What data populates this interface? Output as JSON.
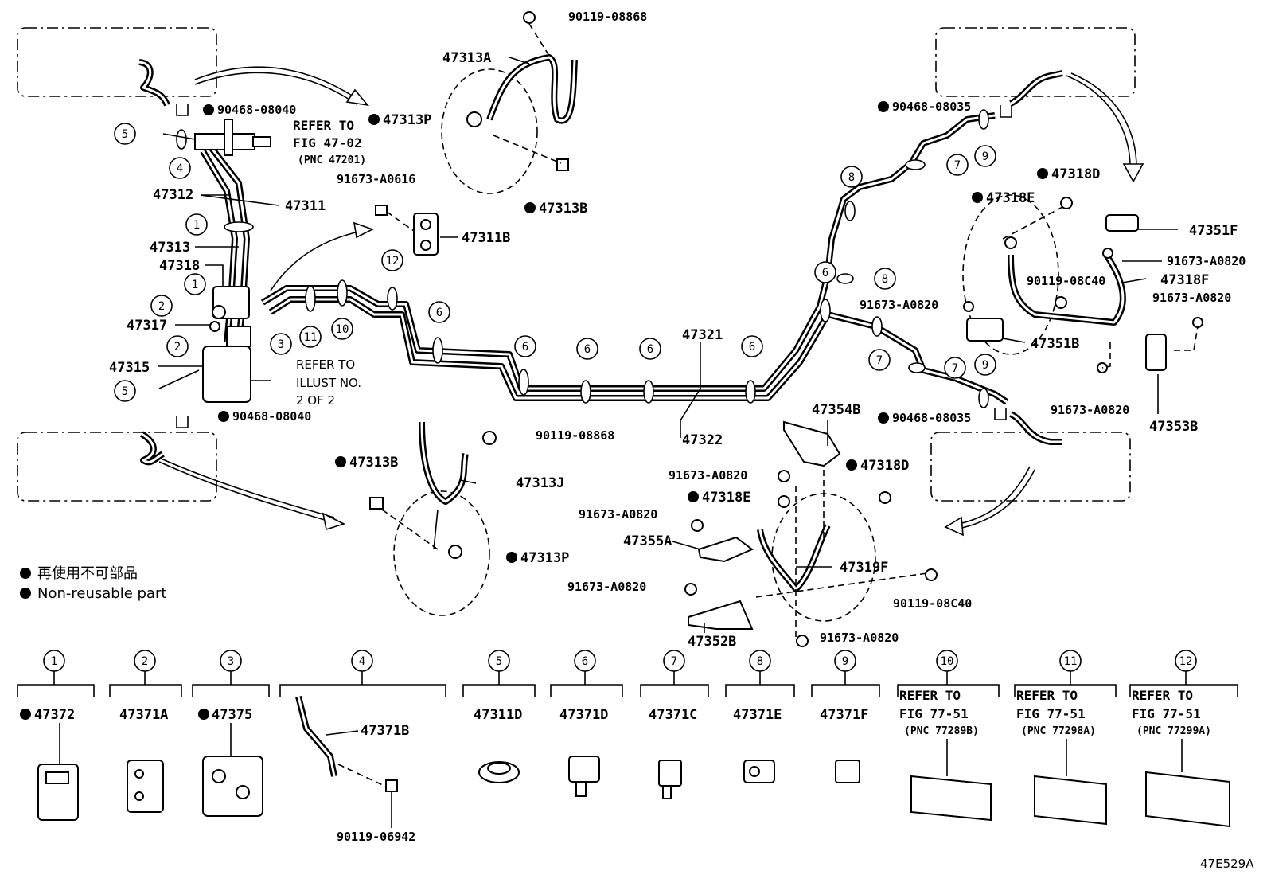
{
  "diagram": {
    "code": "47E529A",
    "legend": {
      "jp": "再使用不可部品",
      "en": "Non-reusable part"
    },
    "parts": {
      "p47313A": "47313A",
      "p90119_08868_top": "90119-08868",
      "p47313P_top": "47313P",
      "p47313B_top": "47313B",
      "p91673_A0616": "91673-A0616",
      "p47311B": "47311B",
      "p90468_08040_top": "90468-08040",
      "p90468_08040_bot": "90468-08040",
      "p47312": "47312",
      "p47311": "47311",
      "p47313": "47313",
      "p47318": "47318",
      "p47317": "47317",
      "p47315": "47315",
      "p47321": "47321",
      "p47322": "47322",
      "p90119_08868_mid": "90119-08868",
      "p47313J": "47313J",
      "p47313B_mid": "47313B",
      "p47313P_mid": "47313P",
      "p90468_08035_top": "90468-08035",
      "p47318D_top": "47318D",
      "p47318E_top": "47318E",
      "p47351F": "47351F",
      "p91673_A0820_r1": "91673-A0820",
      "p90119_08C40_r": "90119-08C40",
      "p47318F": "47318F",
      "p91673_A0820_r2": "91673-A0820",
      "p91673_A0820_r3": "91673-A0820",
      "p47351B": "47351B",
      "p91673_A0820_r4": "91673-A0820",
      "p47353B": "47353B",
      "p90468_08035_bot": "90468-08035",
      "p47354B": "47354B",
      "p91673_A0820_m1": "91673-A0820",
      "p47318D_mid": "47318D",
      "p47318E_mid": "47318E",
      "p91673_A0820_m2": "91673-A0820",
      "p47355A": "47355A",
      "p47319F": "47319F",
      "p91673_A0820_m3": "91673-A0820",
      "p90119_08C40_m": "90119-08C40",
      "p47352B": "47352B",
      "p91673_A0820_m4": "91673-A0820"
    },
    "refer_fig_47": [
      "REFER TO",
      "FIG 47-02",
      "(PNC 47201)"
    ],
    "refer_illust": [
      "REFER TO",
      "ILLUST NO.",
      "2 OF 2"
    ],
    "callout_numbers": {
      "n1": "1",
      "n2": "2",
      "n3": "3",
      "n4": "4",
      "n5": "5",
      "n6": "6",
      "n7": "7",
      "n8": "8",
      "n9": "9",
      "n10": "10",
      "n11": "11",
      "n12": "12"
    },
    "bottom_clips": [
      {
        "num": "1",
        "part": "47372",
        "non_reusable": true
      },
      {
        "num": "2",
        "part": "47371A",
        "non_reusable": false
      },
      {
        "num": "3",
        "part": "47375",
        "non_reusable": true
      },
      {
        "num": "4",
        "part": "47371B",
        "non_reusable": false,
        "bolt": "90119-06942"
      },
      {
        "num": "5",
        "part": "47311D",
        "non_reusable": false
      },
      {
        "num": "6",
        "part": "47371D",
        "non_reusable": false
      },
      {
        "num": "7",
        "part": "47371C",
        "non_reusable": false
      },
      {
        "num": "8",
        "part": "47371E",
        "non_reusable": false
      },
      {
        "num": "9",
        "part": "47371F",
        "non_reusable": false
      },
      {
        "num": "10",
        "refer": [
          "REFER TO",
          "FIG 77-51",
          "(PNC 77289B)"
        ]
      },
      {
        "num": "11",
        "refer": [
          "REFER TO",
          "FIG 77-51",
          "(PNC 77298A)"
        ]
      },
      {
        "num": "12",
        "refer": [
          "REFER TO",
          "FIG 77-51",
          "(PNC 77299A)"
        ]
      }
    ]
  }
}
